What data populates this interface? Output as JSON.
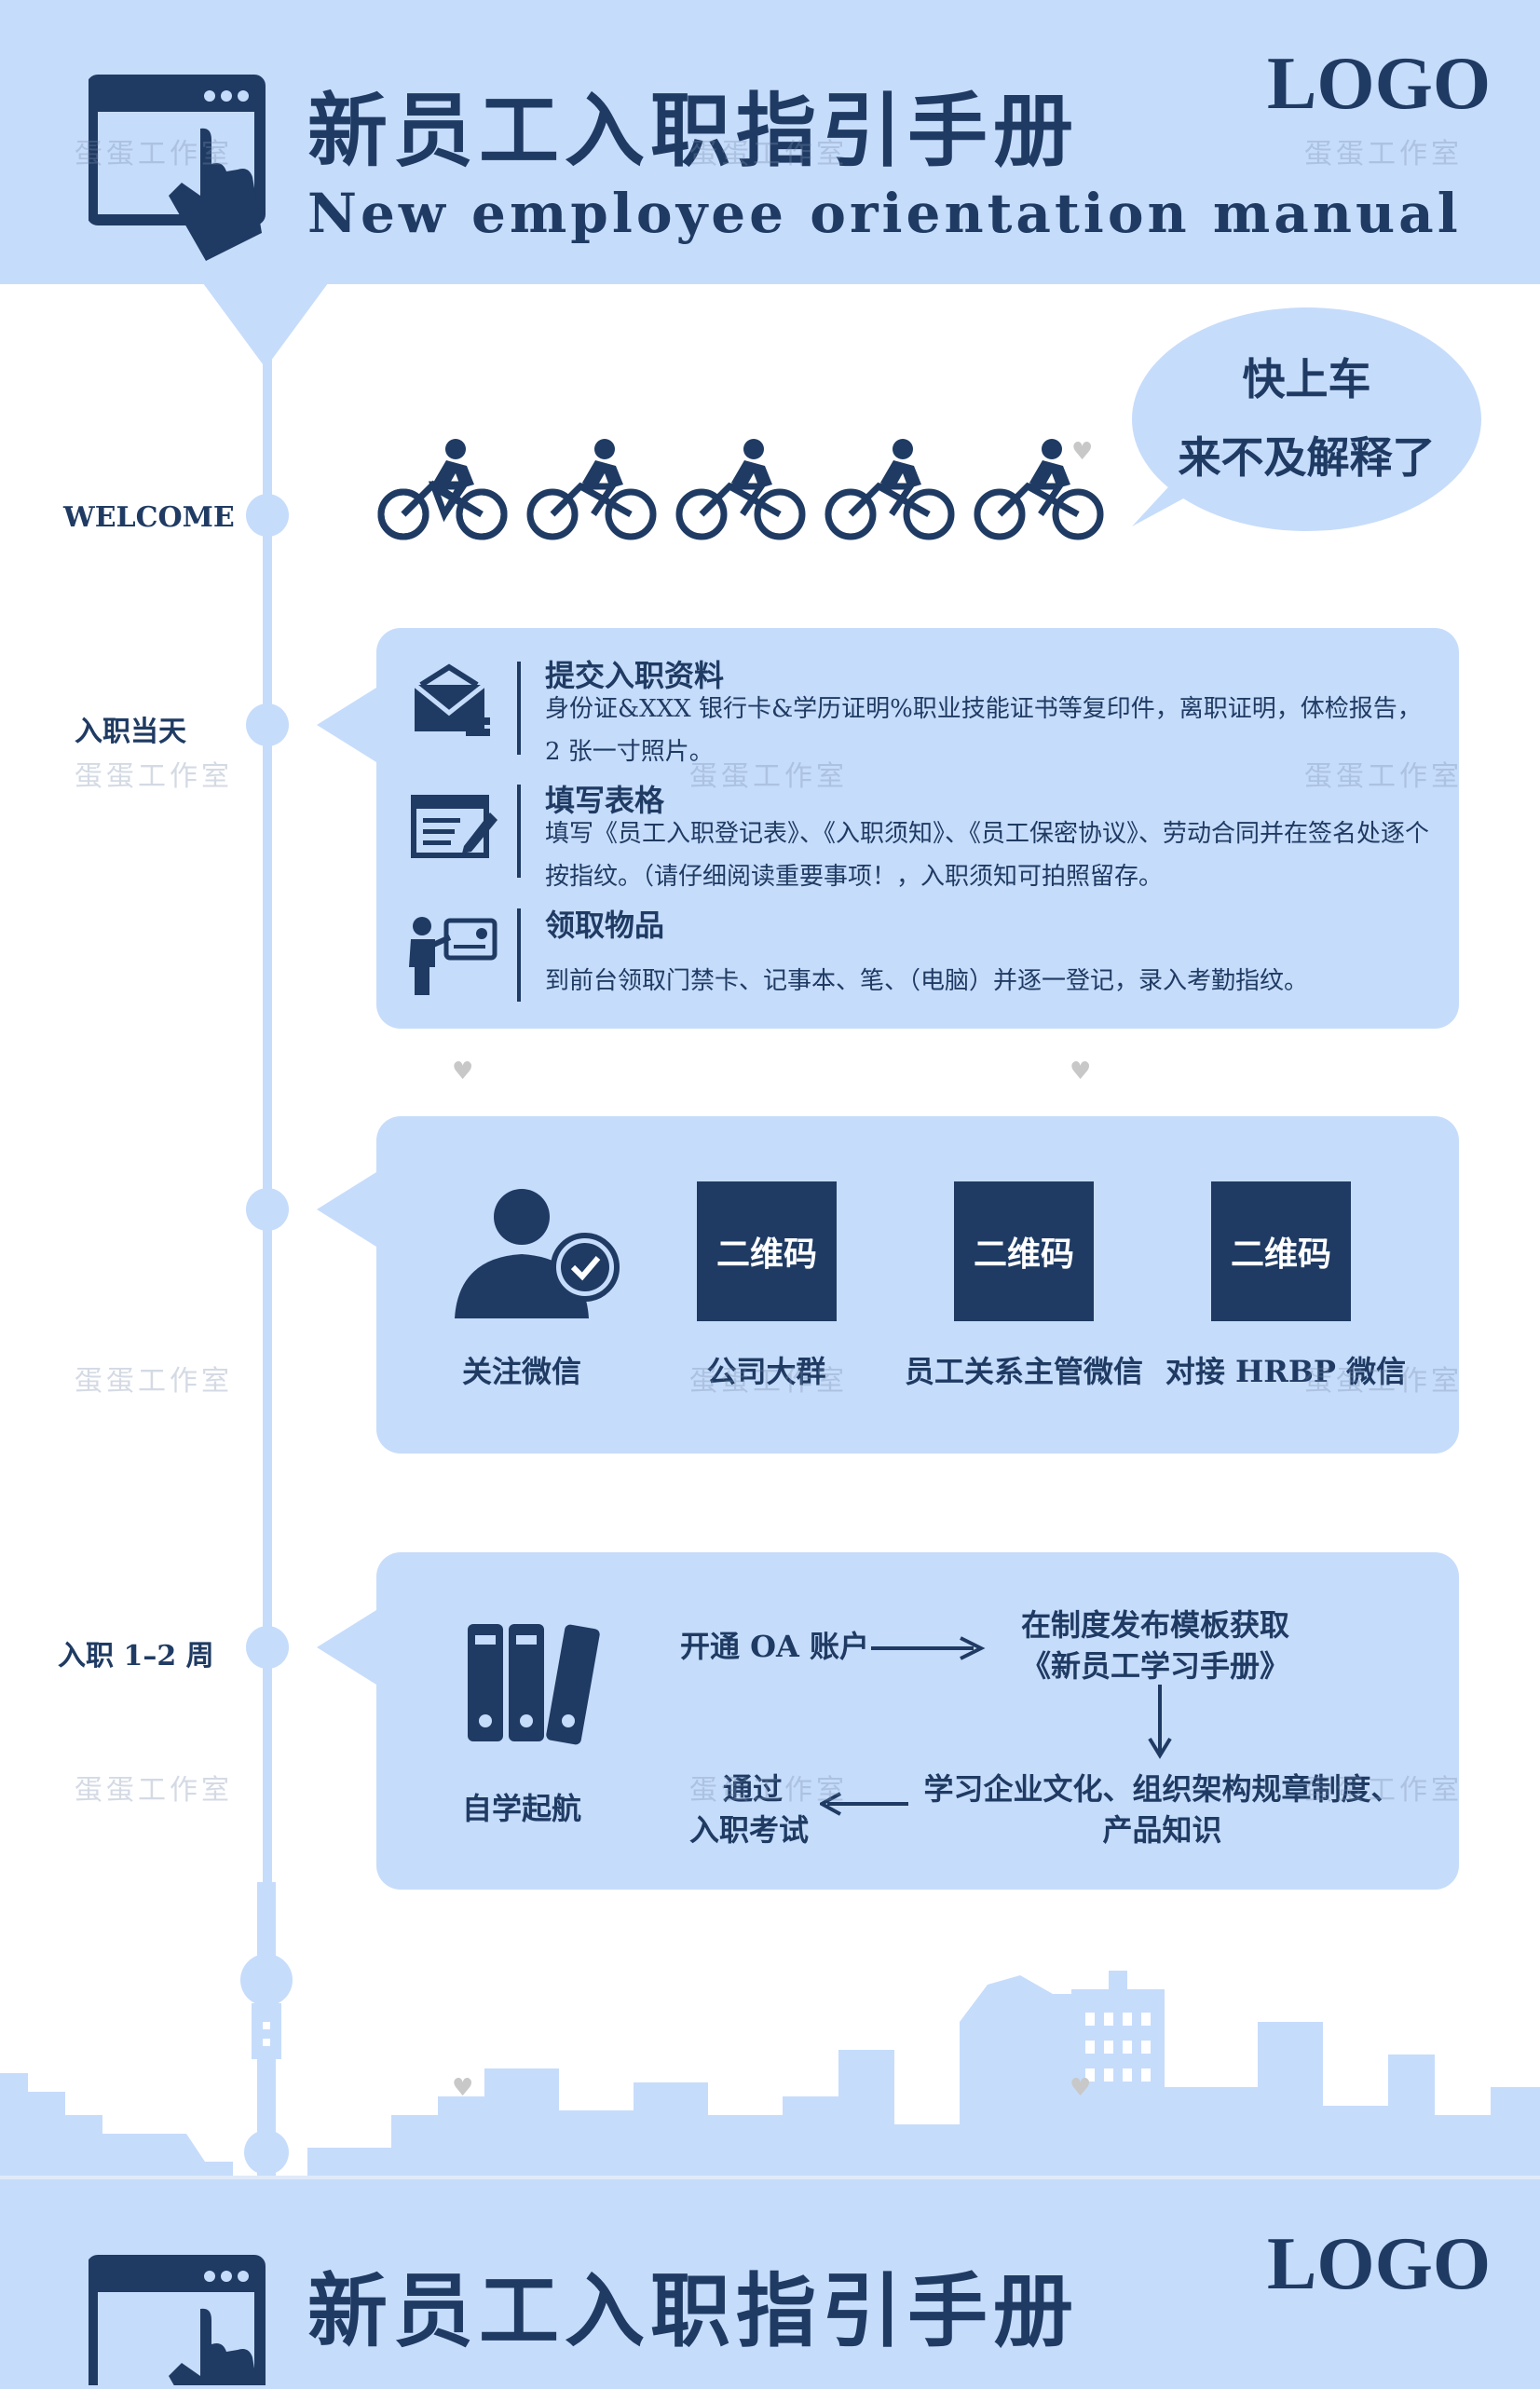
{
  "header": {
    "title_cn": "新员工入职指引手册",
    "title_en": "New employee orientation manual",
    "logo": "LOGO"
  },
  "watermark": "蛋蛋工作室",
  "bubble": {
    "line1": "快上车",
    "line2": "来不及解释了"
  },
  "timeline": {
    "welcome": "WELCOME",
    "day1": "入职当天",
    "week12": "入职 1–2 周"
  },
  "day1_card": {
    "items": [
      {
        "icon": "envelope-icon",
        "title": "提交入职资料",
        "desc": "身份证&XXX 银行卡&学历证明%职业技能证书等复印件，离职证明，体检报告，2 张一寸照片。"
      },
      {
        "icon": "form-edit-icon",
        "title": "填写表格",
        "desc": "填写《员工入职登记表》、《入职须知》、《员工保密协议》、劳动合同并在签名处逐个按指纹。（请仔细阅读重要事项！，入职须知可拍照留存。"
      },
      {
        "icon": "id-card-person-icon",
        "title": "领取物品",
        "desc": "到前台领取门禁卡、记事本、笔、（电脑）并逐一登记，录入考勤指纹。"
      }
    ]
  },
  "wechat_card": {
    "follow_label": "关注微信",
    "qr_text": "二维码",
    "qrs": [
      {
        "caption": "公司大群"
      },
      {
        "caption": "员工关系主管微信"
      },
      {
        "caption": "对接 HRBP 微信"
      }
    ]
  },
  "study_card": {
    "self_study": "自学起航",
    "step1": "开通 OA 账户",
    "step2_line1": "在制度发布模板获取",
    "step2_line2": "《新员工学习手册》",
    "step3_line1": "学习企业文化、组织架构规章制度、",
    "step3_line2": "产品知识",
    "step4_line1": "通过",
    "step4_line2": "入职考试"
  },
  "colors": {
    "navy": "#1f3b63",
    "light_blue": "#c6dcfb",
    "white": "#ffffff"
  }
}
